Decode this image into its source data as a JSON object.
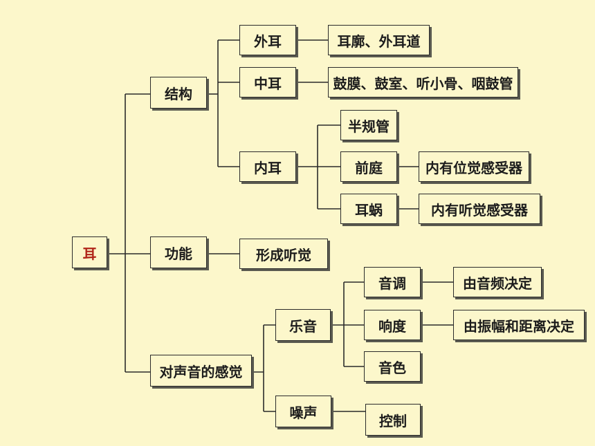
{
  "colors": {
    "background": "#fcf7cb",
    "line": "#2a2a2a",
    "root_text": "#b02418",
    "text": "#1c1c1c"
  },
  "nodes": {
    "root": "耳",
    "structure": "结构",
    "function": "功能",
    "sound_perception": "对声音的感觉",
    "outer_ear": "外耳",
    "middle_ear": "中耳",
    "inner_ear": "内耳",
    "outer_ear_parts": "耳廓、外耳道",
    "middle_ear_parts": "鼓膜、鼓室、听小骨、咽鼓管",
    "semicircular_canals": "半规管",
    "vestibule": "前庭",
    "cochlea": "耳蜗",
    "vestibule_receptor": "内有位觉感受器",
    "cochlea_receptor": "内有听觉感受器",
    "forms_hearing": "形成听觉",
    "musical_sound": "乐音",
    "noise": "噪声",
    "pitch": "音调",
    "loudness": "响度",
    "timbre": "音色",
    "pitch_factor": "由音频决定",
    "loudness_factor": "由振幅和距离决定",
    "control": "控制"
  }
}
